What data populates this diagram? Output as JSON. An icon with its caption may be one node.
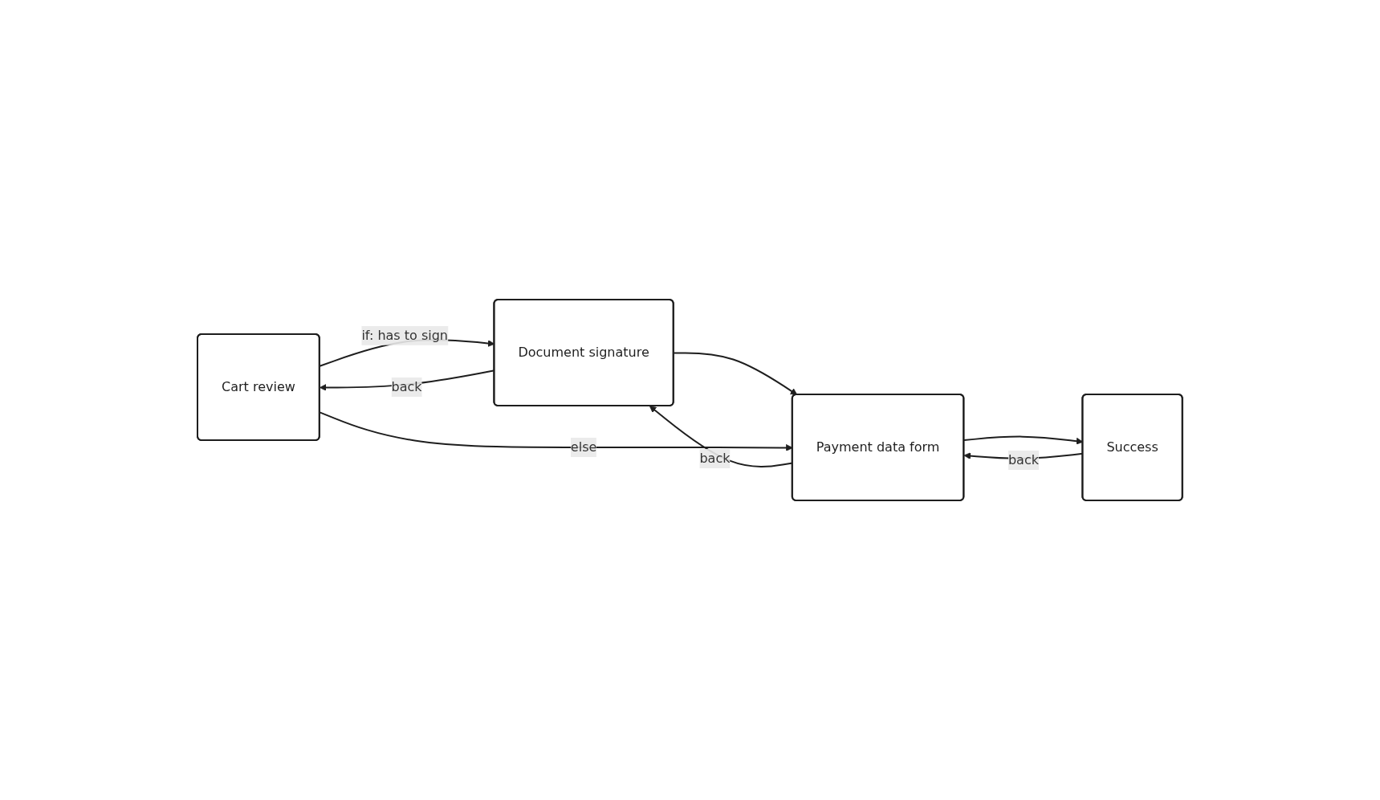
{
  "diagram": {
    "nodes": [
      {
        "text": [
          "Cart review"
        ]
      },
      {
        "text": [
          "Document signature"
        ]
      },
      {
        "text": [
          "Payment data form"
        ]
      },
      {
        "text": [
          "Success"
        ]
      }
    ],
    "edges": [
      {
        "from": 1,
        "to": 0,
        "arrow": "to",
        "label": "back"
      },
      {
        "from": 2,
        "to": 1,
        "arrow": "to",
        "label": "back"
      },
      {
        "from": 3,
        "to": 2,
        "arrow": "to",
        "label": "back"
      },
      {
        "from": 0,
        "to": 1,
        "arrow": "to",
        "label": "if: has to sign"
      },
      {
        "from": 1,
        "to": 2,
        "arrow": "to"
      },
      {
        "from": 2,
        "to": 3,
        "arrow": "to"
      },
      {
        "from": 0,
        "to": 2,
        "arrow": "to",
        "label": "else"
      }
    ]
  }
}
